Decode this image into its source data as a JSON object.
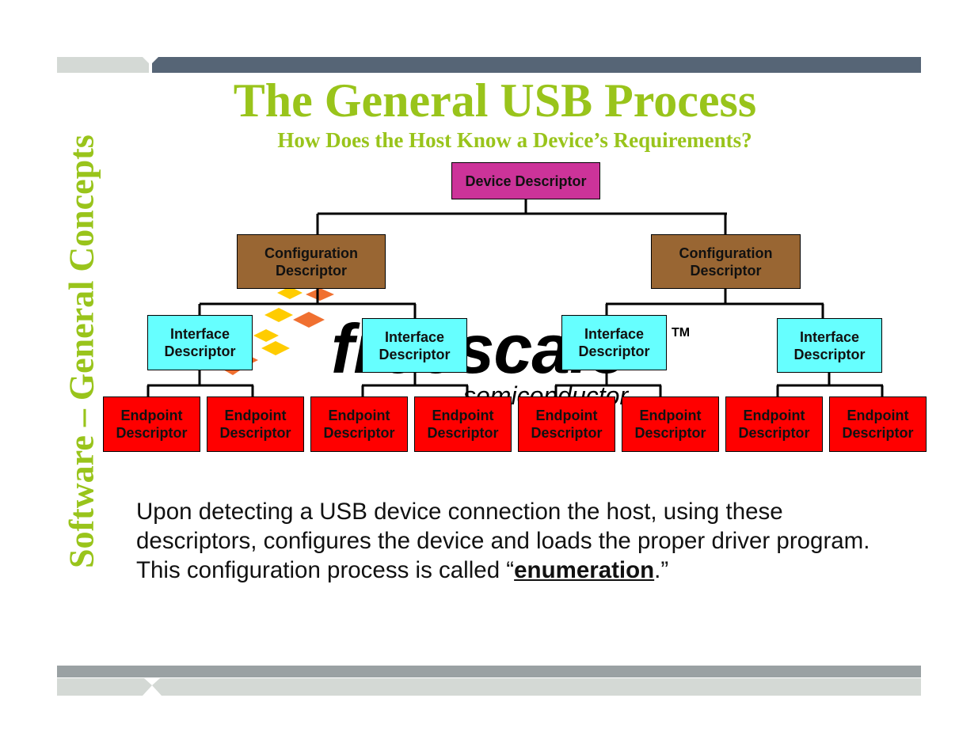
{
  "slide": {
    "title": "The General USB Process",
    "subtitle": "How Does the Host Know a Device’s Requirements?",
    "side_title": "Software – General Concepts"
  },
  "watermark": {
    "brand": "freescale",
    "tm": "TM",
    "tagline": "semiconductor"
  },
  "diagram": {
    "device": {
      "line1": "Device Descriptor"
    },
    "configurations": [
      {
        "line1": "Configuration",
        "line2": "Descriptor"
      },
      {
        "line1": "Configuration",
        "line2": "Descriptor"
      }
    ],
    "interfaces": [
      {
        "line1": "Interface",
        "line2": "Descriptor"
      },
      {
        "line1": "Interface",
        "line2": "Descriptor"
      },
      {
        "line1": "Interface",
        "line2": "Descriptor"
      },
      {
        "line1": "Interface",
        "line2": "Descriptor"
      }
    ],
    "endpoints": [
      {
        "line1": "Endpoint",
        "line2": "Descriptor"
      },
      {
        "line1": "Endpoint",
        "line2": "Descriptor"
      },
      {
        "line1": "Endpoint",
        "line2": "Descriptor"
      },
      {
        "line1": "Endpoint",
        "line2": "Descriptor"
      },
      {
        "line1": "Endpoint",
        "line2": "Descriptor"
      },
      {
        "line1": "Endpoint",
        "line2": "Descriptor"
      },
      {
        "line1": "Endpoint",
        "line2": "Descriptor"
      },
      {
        "line1": "Endpoint",
        "line2": "Descriptor"
      }
    ]
  },
  "body": {
    "line1": "Upon detecting a USB device connection the host, using these",
    "line2": "descriptors, configures the device and loads the proper driver program.",
    "line3_pre": "This configuration process is called “",
    "line3_term": "enumeration",
    "line3_post": ".”"
  },
  "colors": {
    "title_green": "#99c41b",
    "device": "#cc3399",
    "configuration": "#996633",
    "interface": "#66ffff",
    "endpoint": "#ff0000",
    "header_bar": "#566576",
    "footer_bar": "#9aa1a3",
    "footer_light": "#d4d9d5"
  }
}
